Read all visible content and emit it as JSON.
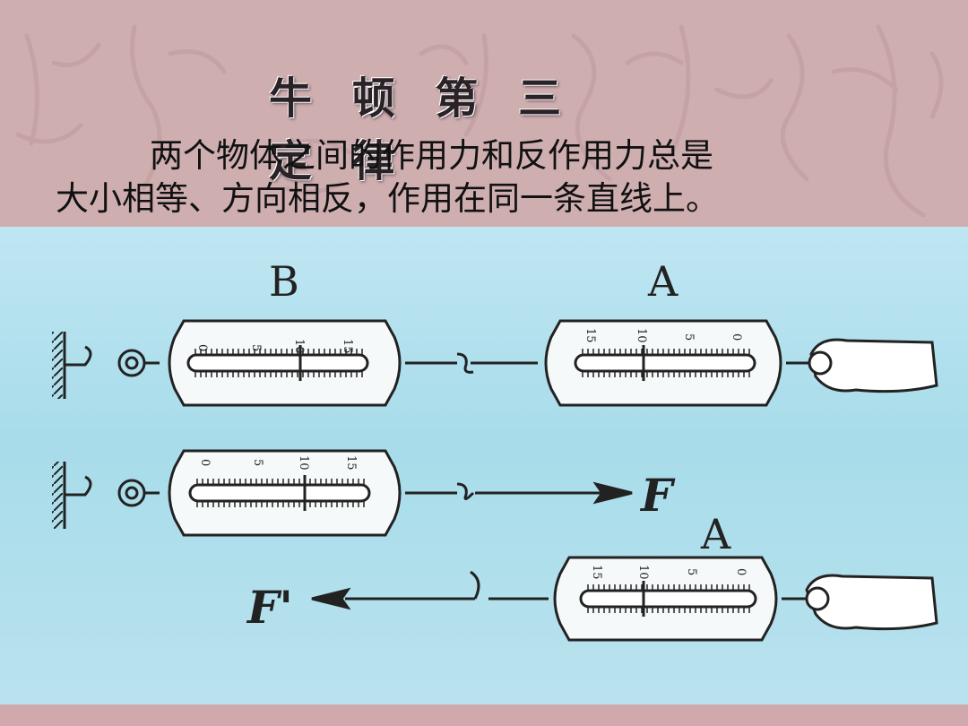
{
  "slide": {
    "title": "牛 顿 第 三 定 律",
    "statement_line1": "两个物体之间的作用力和反作用力总是",
    "statement_line2": "大小相等、方向相反，作用在同一条直线上。"
  },
  "diagram": {
    "label_B": "B",
    "label_A_top": "A",
    "label_A_bottom": "A",
    "force_F": "F",
    "force_F_prime": "F'",
    "scale_ticks": [
      "0",
      "5",
      "10",
      "15"
    ]
  },
  "colors": {
    "top_background": "#cfaeb0",
    "diagram_background": "#b3e0ec",
    "line_color": "#222222"
  }
}
